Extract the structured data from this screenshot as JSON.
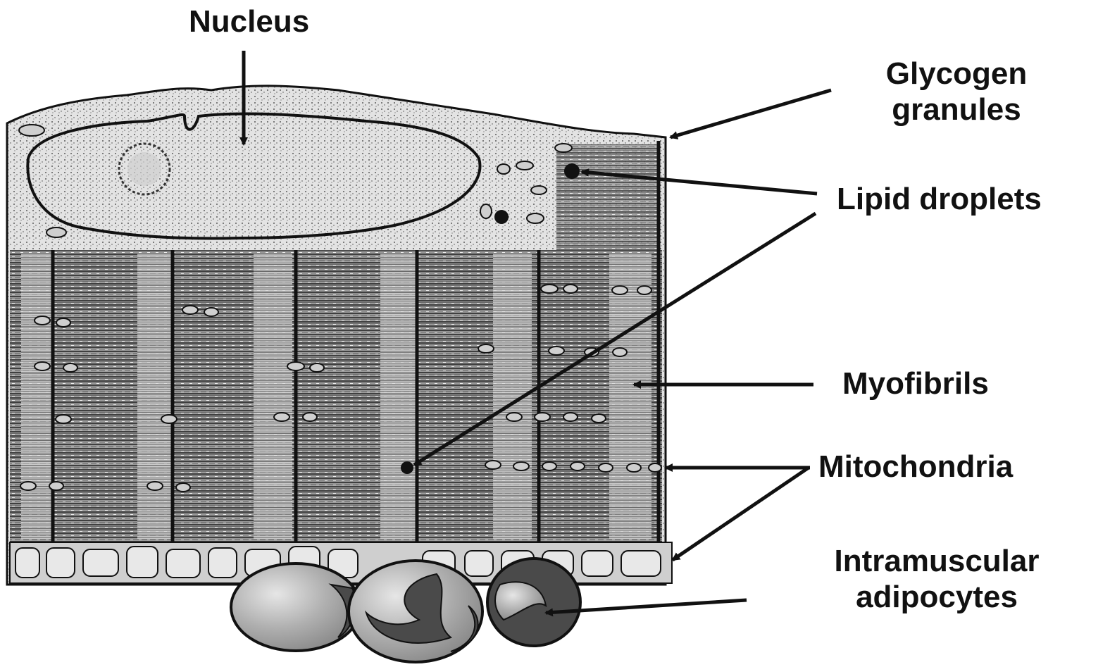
{
  "colors": {
    "ink": "#111111",
    "cytoplasm": "#d9d9d9",
    "myofibril_dark": "#6f6f6f",
    "myofibril_light": "#bdbdbd",
    "adipocyte_fill": "#b3b3b3",
    "adipocyte_shadow": "#4a4a4a"
  },
  "labels": {
    "nucleus": "Nucleus",
    "glycogen": [
      "Glycogen",
      "granules"
    ],
    "lipid": "Lipid droplets",
    "myofibrils": "Myofibrils",
    "mitochondria": "Mitochondria",
    "adipocytes": [
      "Intramuscular",
      "adipocytes"
    ]
  }
}
